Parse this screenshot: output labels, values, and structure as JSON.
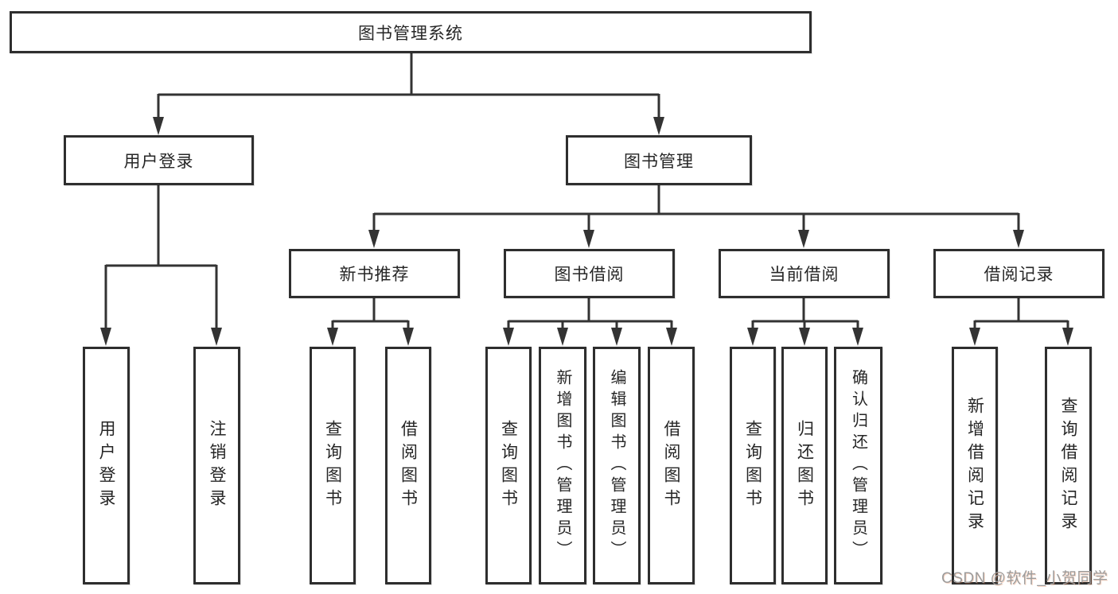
{
  "diagram": {
    "root": {
      "label": "图书管理系统"
    },
    "level2": {
      "user_login": {
        "label": "用户登录"
      },
      "book_management": {
        "label": "图书管理"
      }
    },
    "level3": {
      "new_book_recommend": {
        "label": "新书推荐"
      },
      "book_borrow": {
        "label": "图书借阅"
      },
      "current_borrow": {
        "label": "当前借阅"
      },
      "borrow_records": {
        "label": "借阅记录"
      }
    },
    "leaves": {
      "user_login_leaf": {
        "label": "用户登录"
      },
      "logout_leaf": {
        "label": "注销登录"
      },
      "query_books_recommend": {
        "label": "查询图书"
      },
      "borrow_books_recommend": {
        "label": "借阅图书"
      },
      "query_books_borrow": {
        "label": "查询图书"
      },
      "add_books_admin": {
        "label": "新增图书（管理员）"
      },
      "edit_books_admin": {
        "label": "编辑图书（管理员）"
      },
      "borrow_books_borrow": {
        "label": "借阅图书"
      },
      "query_books_current": {
        "label": "查询图书"
      },
      "return_books": {
        "label": "归还图书"
      },
      "confirm_return_admin": {
        "label": "确认归还（管理员）"
      },
      "add_borrow_record": {
        "label": "新增借阅记录"
      },
      "query_borrow_record": {
        "label": "查询借阅记录"
      }
    },
    "watermark": "CSDN @软件_小贺同学",
    "colors": {
      "line": "#333333",
      "box_border": "#2e2e2e",
      "box_fill": "#ffffff",
      "text": "#262626",
      "watermark": "#9c9c9c",
      "background": "#ffffff"
    }
  }
}
